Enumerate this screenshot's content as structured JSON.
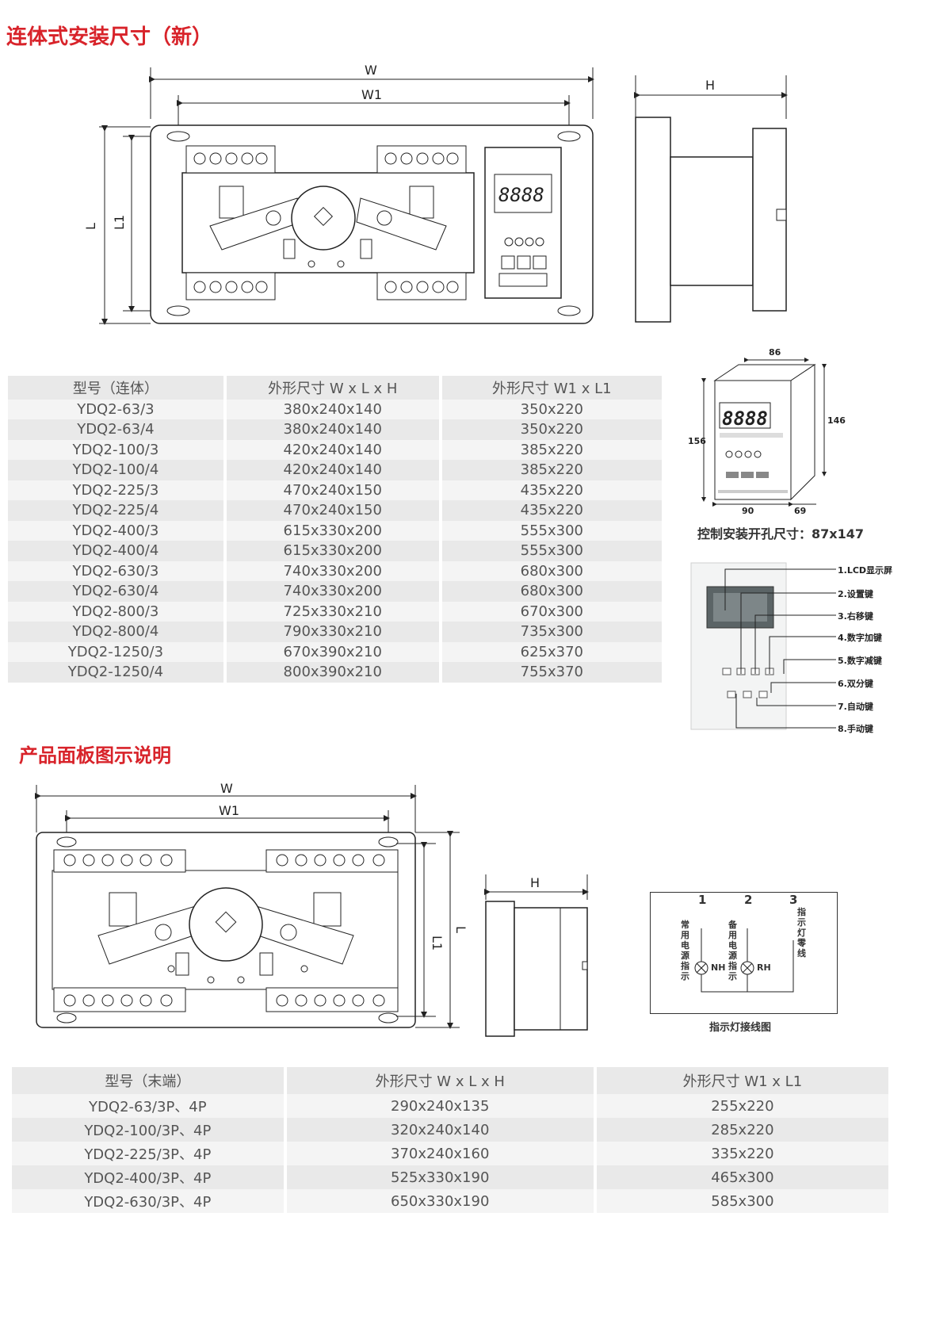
{
  "section1_title": "连体式安装尺寸（新）",
  "section2_title": "产品面板图示说明",
  "dims": {
    "W": "W",
    "W1": "W1",
    "L": "L",
    "L1": "L1",
    "H": "H"
  },
  "display_digits": "8888",
  "controller": {
    "dim_top": "86",
    "dim_left": "156",
    "dim_right": "146",
    "dim_bottom_left": "90",
    "dim_bottom_right": "69",
    "caption": "控制安装开孔尺寸：87x147"
  },
  "panel_legend": [
    "1.LCD显示屏",
    "2.设置键",
    "3.右移键",
    "4.数字加键",
    "5.数字减键",
    "6.双分键",
    "7.自动键",
    "8.手动键"
  ],
  "wiring": {
    "num1": "1",
    "num2": "2",
    "num3": "3",
    "label1": "常用电源指示",
    "label2": "备用电源指示",
    "label3": "指示灯零线",
    "nh": "NH",
    "rh": "RH",
    "caption": "指示灯接线图"
  },
  "table1": {
    "headers": [
      "型号（连体）",
      "外形尺寸 W x L x H",
      "外形尺寸 W1 x L1"
    ],
    "rows": [
      [
        "YDQ2-63/3",
        "380x240x140",
        "350x220"
      ],
      [
        "YDQ2-63/4",
        "380x240x140",
        "350x220"
      ],
      [
        "YDQ2-100/3",
        "420x240x140",
        "385x220"
      ],
      [
        "YDQ2-100/4",
        "420x240x140",
        "385x220"
      ],
      [
        "YDQ2-225/3",
        "470x240x150",
        "435x220"
      ],
      [
        "YDQ2-225/4",
        "470x240x150",
        "435x220"
      ],
      [
        "YDQ2-400/3",
        "615x330x200",
        "555x300"
      ],
      [
        "YDQ2-400/4",
        "615x330x200",
        "555x300"
      ],
      [
        "YDQ2-630/3",
        "740x330x200",
        "680x300"
      ],
      [
        "YDQ2-630/4",
        "740x330x200",
        "680x300"
      ],
      [
        "YDQ2-800/3",
        "725x330x210",
        "670x300"
      ],
      [
        "YDQ2-800/4",
        "790x330x210",
        "735x300"
      ],
      [
        "YDQ2-1250/3",
        "670x390x210",
        "625x370"
      ],
      [
        "YDQ2-1250/4",
        "800x390x210",
        "755x370"
      ]
    ]
  },
  "table2": {
    "headers": [
      "型号（末端）",
      "外形尺寸 W x L x H",
      "外形尺寸 W1 x L1"
    ],
    "rows": [
      [
        "YDQ2-63/3P、4P",
        "290x240x135",
        "255x220"
      ],
      [
        "YDQ2-100/3P、4P",
        "320x240x140",
        "285x220"
      ],
      [
        "YDQ2-225/3P、4P",
        "370x240x160",
        "335x220"
      ],
      [
        "YDQ2-400/3P、4P",
        "525x330x190",
        "465x300"
      ],
      [
        "YDQ2-630/3P、4P",
        "650x330x190",
        "585x300"
      ]
    ]
  }
}
